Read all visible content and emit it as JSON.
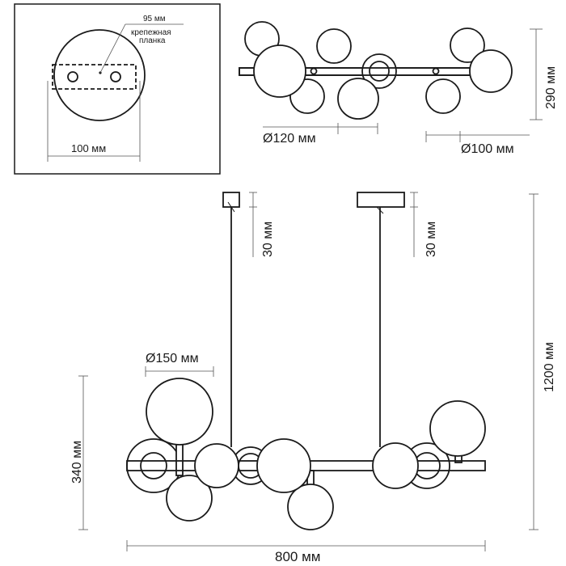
{
  "mounting_plate_view": {
    "plate_width_label": "95 мм",
    "plate_name_line1": "крепежная",
    "plate_name_line2": "планка",
    "canopy_diameter_label": "100 мм"
  },
  "top_view": {
    "height_label": "290 мм",
    "large_shade_label": "Ø120 мм",
    "small_shade_label": "Ø100 мм"
  },
  "front_view": {
    "cable_left_label": "30 мм",
    "cable_right_label": "30 мм",
    "total_height_label": "1200 мм",
    "fixture_height_label": "340 мм",
    "shade_diameter_label": "Ø150 мм",
    "total_width_label": "800 мм"
  }
}
